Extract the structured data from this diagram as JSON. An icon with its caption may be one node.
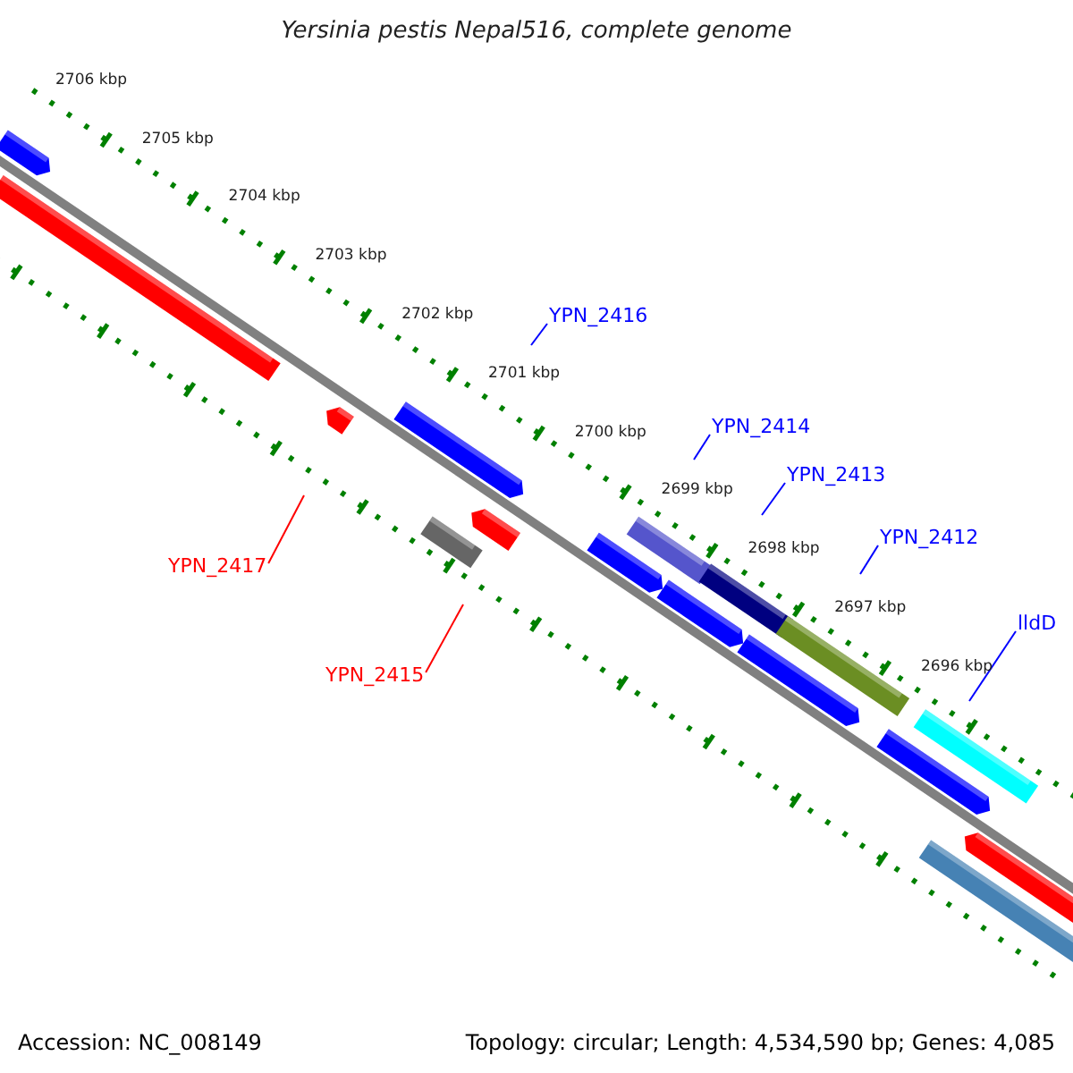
{
  "diagram": {
    "title": "Yersinia pestis Nepal516, complete genome",
    "nodes": [
      {
        "text": [
          "YPN_2416"
        ]
      },
      {
        "text": [
          "YPN_2414"
        ]
      },
      {
        "text": [
          "YPN_2413"
        ]
      },
      {
        "text": [
          "YPN_2412"
        ]
      },
      {
        "text": [
          "YPN_2417"
        ]
      },
      {
        "text": [
          "lldD"
        ]
      },
      {
        "text": [
          "YPN_2415"
        ]
      }
    ],
    "edges": [
      {
        "from": 0,
        "to": null,
        "arrow": "none"
      },
      {
        "from": 1,
        "to": null,
        "arrow": "none"
      },
      {
        "from": 2,
        "to": null,
        "arrow": "none"
      },
      {
        "from": 3,
        "to": null,
        "arrow": "none"
      },
      {
        "from": 4,
        "to": null,
        "arrow": "none",
        "color": "#ff0000"
      },
      {
        "from": 5,
        "to": null,
        "arrow": "none"
      },
      {
        "from": 6,
        "to": null,
        "arrow": "none",
        "color": "#ff0000"
      }
    ],
    "labels": [
      "2706 kbp",
      "2705 kbp",
      "2704 kbp",
      "2703 kbp",
      "2702 kbp",
      "2701 kbp",
      "2700 kbp",
      "2699 kbp",
      "2698 kbp",
      "2697 kbp",
      "2696 kbp",
      "Accession: NC_008149",
      "Topology: circular; Length: 4,534,590 bp; Genes: 4,085"
    ]
  }
}
